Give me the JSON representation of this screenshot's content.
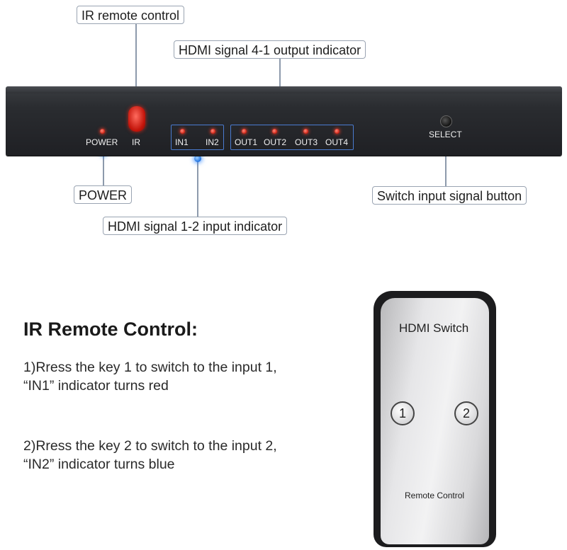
{
  "callouts": {
    "ir_remote": "IR remote control",
    "output_indicator": "HDMI signal 4-1 output indicator",
    "power": "POWER",
    "input_indicator": "HDMI signal 1-2 input indicator",
    "select_button": "Switch input signal button"
  },
  "device": {
    "power_label": "POWER",
    "ir_label": "IR",
    "inputs": [
      "IN1",
      "IN2"
    ],
    "outputs": [
      "OUT1",
      "OUT2",
      "OUT3",
      "OUT4"
    ],
    "select_label": "SELECT"
  },
  "instructions": {
    "heading": "IR Remote Control:",
    "step1_line1": "1)Rress the key 1 to switch to the input 1,",
    "step1_line2": "“IN1” indicator turns red",
    "step2_line1": "2)Rress the key 2 to switch to the input 2,",
    "step2_line2": "“IN2” indicator turns blue"
  },
  "remote": {
    "title": "HDMI Switch",
    "key1": "1",
    "key2": "2",
    "footer": "Remote Control"
  },
  "colors": {
    "led_red": "#d01e10",
    "highlight_blue": "#1b6fe0",
    "device_body": "#2a2c30"
  }
}
